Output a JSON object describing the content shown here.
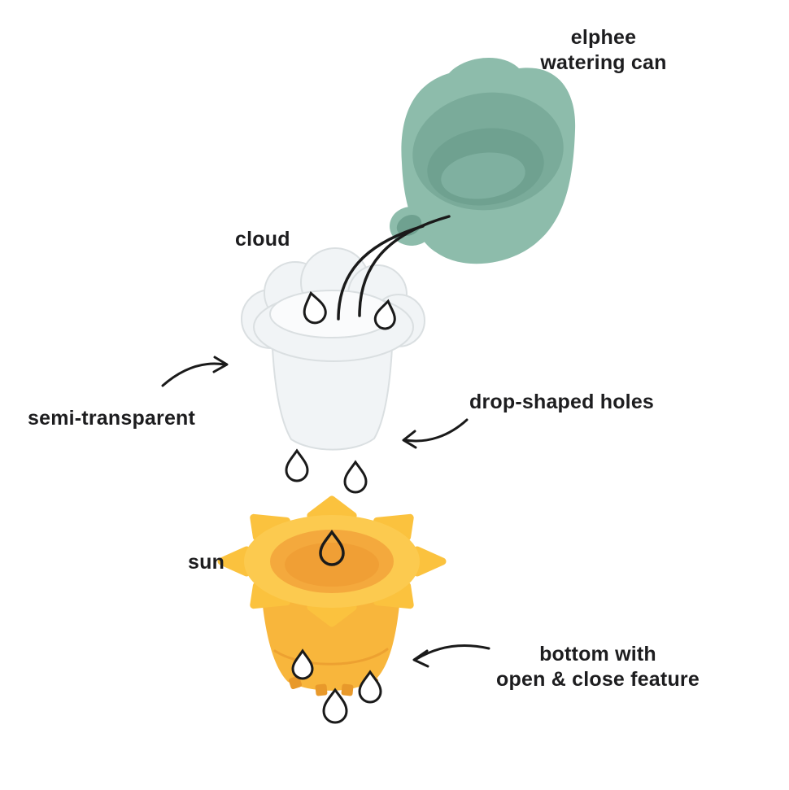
{
  "page": {
    "background": "#ffffff"
  },
  "labels": {
    "watering_can_line1": "elphee",
    "watering_can_line2": "watering can",
    "cloud": "cloud",
    "semi_transparent": "semi-transparent",
    "drop_shaped_holes": "drop-shaped holes",
    "sun": "sun",
    "bottom_line1": "bottom with",
    "bottom_line2": "open & close feature"
  },
  "colors": {
    "text": "#1d1d1f",
    "line": "#1a1a1a",
    "can_body": "#8dbcab",
    "can_inner": "#7aab9a",
    "can_depth": "#6fa190",
    "can_floor": "#7fb0a0",
    "cloud_body": "#f1f4f6",
    "cloud_stroke": "#d9dee1",
    "cloud_inner": "#fafbfc",
    "sun_rim": "#fcca4f",
    "sun_ray": "#fbc23e",
    "sun_inner": "#f4a93d",
    "sun_deep": "#f09f35",
    "sun_body": "#f8b63c",
    "sun_tab": "#e8992b",
    "drop_fill": "#ffffff"
  }
}
